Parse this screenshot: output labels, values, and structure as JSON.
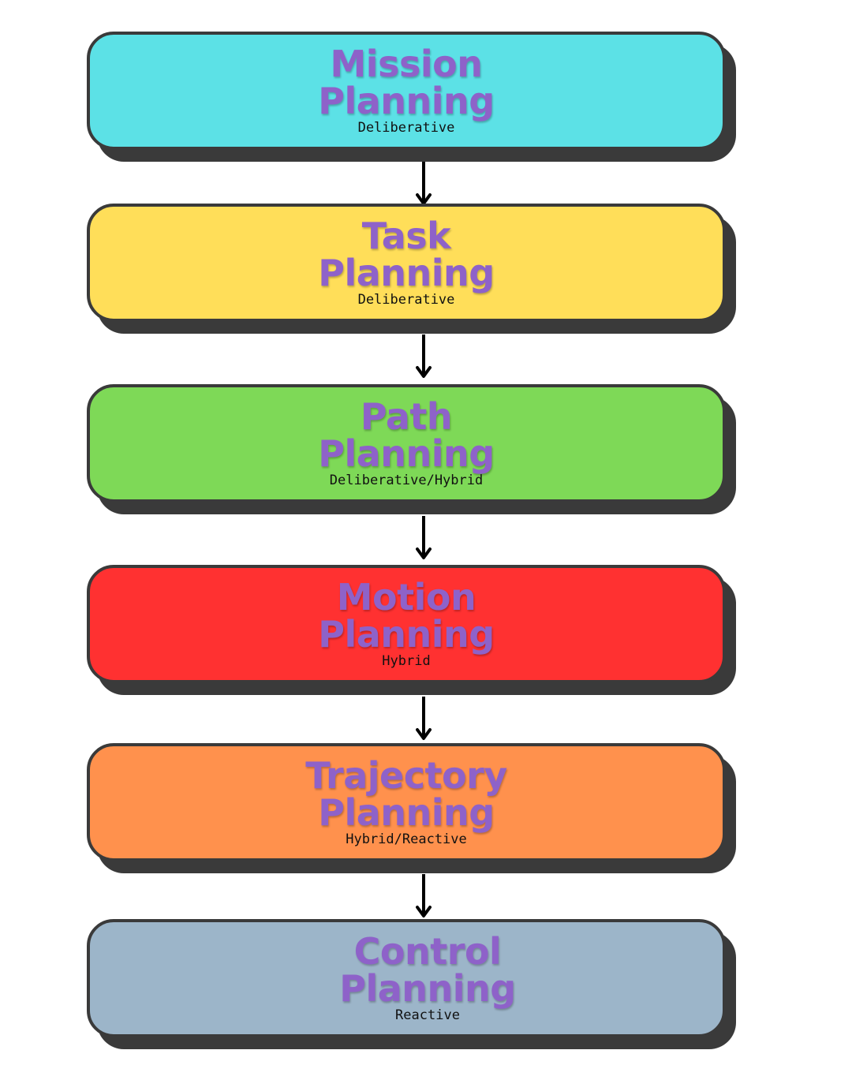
{
  "colors": {
    "title": "#8e62c9",
    "border": "#3a3a3a",
    "arrow": "#000000"
  },
  "stages": [
    {
      "title_line1": "Mission",
      "title_line2": "Planning",
      "subtitle": "Deliberative",
      "color": "#5ce1e6"
    },
    {
      "title_line1": "Task",
      "title_line2": "Planning",
      "subtitle": "Deliberative",
      "color": "#ffde59"
    },
    {
      "title_line1": "Path",
      "title_line2": "Planning",
      "subtitle": "Deliberative/Hybrid",
      "color": "#7ed957"
    },
    {
      "title_line1": "Motion",
      "title_line2": "Planning",
      "subtitle": "Hybrid",
      "color": "#ff3131"
    },
    {
      "title_line1": "Trajectory",
      "title_line2": "Planning",
      "subtitle": "Hybrid/Reactive",
      "color": "#ff914d"
    },
    {
      "title_line1": "Control",
      "title_line2": "Planning",
      "subtitle": "Reactive",
      "color": "#9cb5c9"
    }
  ]
}
